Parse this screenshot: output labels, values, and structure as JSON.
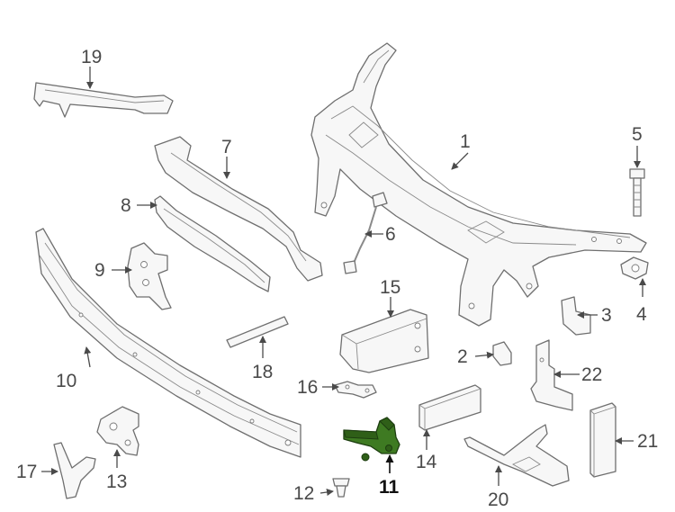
{
  "diagram": {
    "highlight_color": "#3e7a22",
    "highlighted_part": "11",
    "callouts": [
      {
        "id": "c1",
        "label": "1"
      },
      {
        "id": "c2",
        "label": "2"
      },
      {
        "id": "c3",
        "label": "3"
      },
      {
        "id": "c4",
        "label": "4"
      },
      {
        "id": "c5",
        "label": "5"
      },
      {
        "id": "c6",
        "label": "6"
      },
      {
        "id": "c7",
        "label": "7"
      },
      {
        "id": "c8",
        "label": "8"
      },
      {
        "id": "c9",
        "label": "9"
      },
      {
        "id": "c10",
        "label": "10"
      },
      {
        "id": "c11",
        "label": "11"
      },
      {
        "id": "c12",
        "label": "12"
      },
      {
        "id": "c13",
        "label": "13"
      },
      {
        "id": "c14",
        "label": "14"
      },
      {
        "id": "c15",
        "label": "15"
      },
      {
        "id": "c16",
        "label": "16"
      },
      {
        "id": "c17",
        "label": "17"
      },
      {
        "id": "c18",
        "label": "18"
      },
      {
        "id": "c19",
        "label": "19"
      },
      {
        "id": "c20",
        "label": "20"
      },
      {
        "id": "c21",
        "label": "21"
      },
      {
        "id": "c22",
        "label": "22"
      }
    ]
  }
}
